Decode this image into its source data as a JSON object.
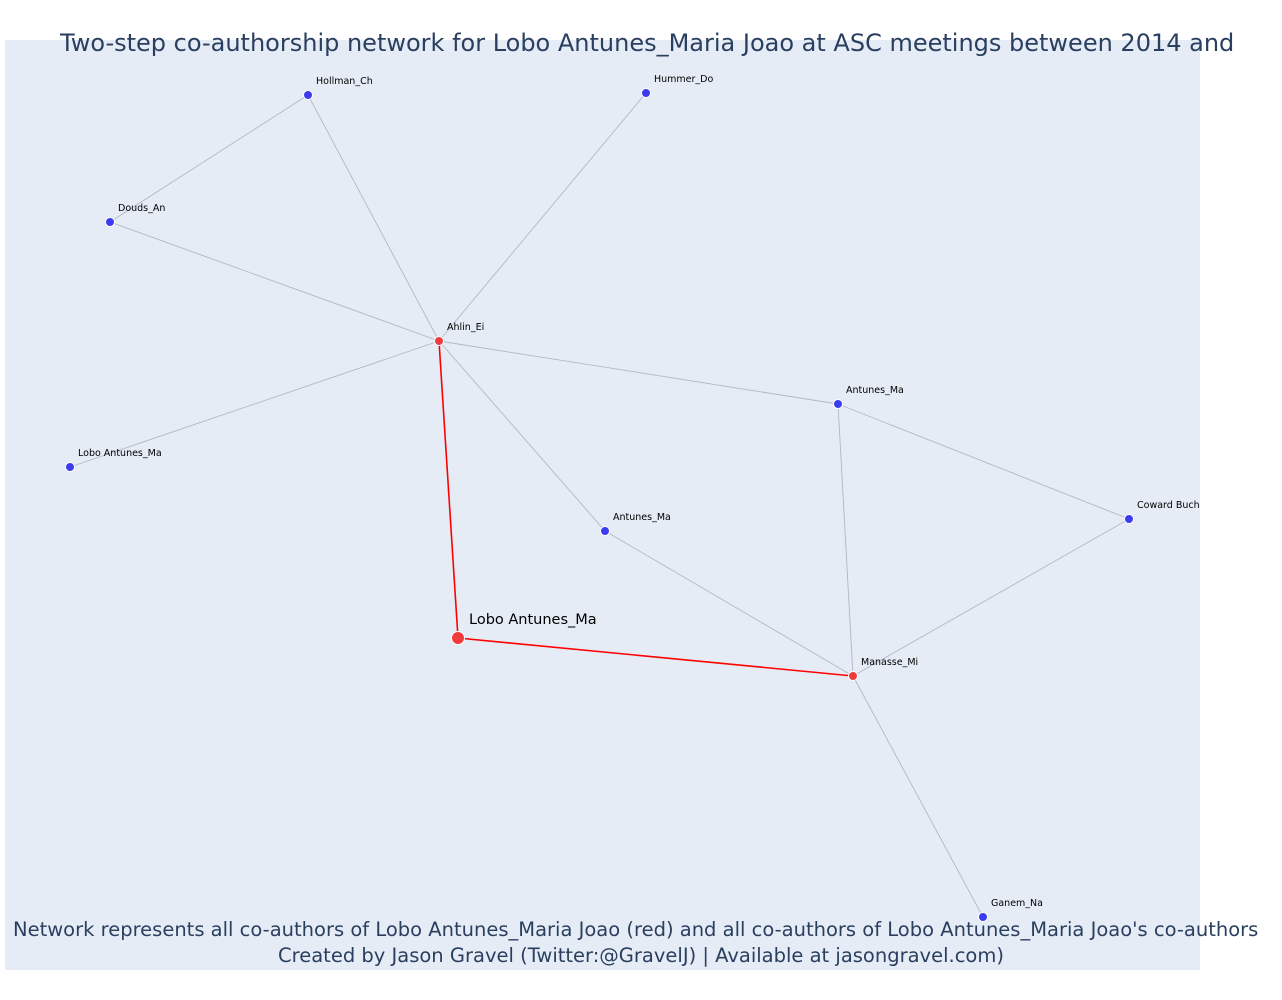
{
  "title": "Two-step co-authorship network for Lobo Antunes_Maria Joao at ASC meetings between 2014 and",
  "caption": {
    "line1": "Network represents all co-authors of Lobo Antunes_Maria Joao (red) and all co-authors of Lobo Antunes_Maria Joao's co-authors",
    "line2": "Created by Jason Gravel (Twitter:@GravelJ) | Available at jasongravel.com)"
  },
  "colors": {
    "background": "#e5ecf6",
    "focal_node": "#ef3b3b",
    "coauthor_node": "#ef3b3b",
    "other_node": "#3b3bef",
    "focal_edge": "#ff0000",
    "other_edge": "#b4b6c8",
    "text": "#2a3f5f"
  },
  "nodes": [
    {
      "id": "focal",
      "label": "Lobo Antunes_Ma",
      "role": "focal"
    },
    {
      "id": "ahlin",
      "label": "Ahlin_Ei",
      "role": "coauthor"
    },
    {
      "id": "manasse",
      "label": "Manasse_Mi",
      "role": "coauthor"
    },
    {
      "id": "hollman",
      "label": "Hollman_Ch",
      "role": "other"
    },
    {
      "id": "hummer",
      "label": "Hummer_Do",
      "role": "other"
    },
    {
      "id": "douds",
      "label": "Douds_An",
      "role": "other"
    },
    {
      "id": "lobo2",
      "label": "Lobo Antunes_Ma",
      "role": "other"
    },
    {
      "id": "antunes1",
      "label": "Antunes_Ma",
      "role": "other"
    },
    {
      "id": "antunes2",
      "label": "Antunes_Ma",
      "role": "other"
    },
    {
      "id": "coward",
      "label": "Coward Buch",
      "role": "other"
    },
    {
      "id": "ganem",
      "label": "Ganem_Na",
      "role": "other"
    }
  ],
  "edges": [
    {
      "source": "focal",
      "target": "ahlin",
      "highlight": true
    },
    {
      "source": "focal",
      "target": "manasse",
      "highlight": true
    },
    {
      "source": "ahlin",
      "target": "hollman",
      "highlight": false
    },
    {
      "source": "ahlin",
      "target": "hummer",
      "highlight": false
    },
    {
      "source": "ahlin",
      "target": "douds",
      "highlight": false
    },
    {
      "source": "ahlin",
      "target": "lobo2",
      "highlight": false
    },
    {
      "source": "ahlin",
      "target": "antunes1",
      "highlight": false
    },
    {
      "source": "ahlin",
      "target": "antunes2",
      "highlight": false
    },
    {
      "source": "hollman",
      "target": "douds",
      "highlight": false
    },
    {
      "source": "antunes1",
      "target": "manasse",
      "highlight": false
    },
    {
      "source": "antunes1",
      "target": "coward",
      "highlight": false
    },
    {
      "source": "antunes2",
      "target": "manasse",
      "highlight": false
    },
    {
      "source": "coward",
      "target": "manasse",
      "highlight": false
    },
    {
      "source": "manasse",
      "target": "ganem",
      "highlight": false
    }
  ]
}
